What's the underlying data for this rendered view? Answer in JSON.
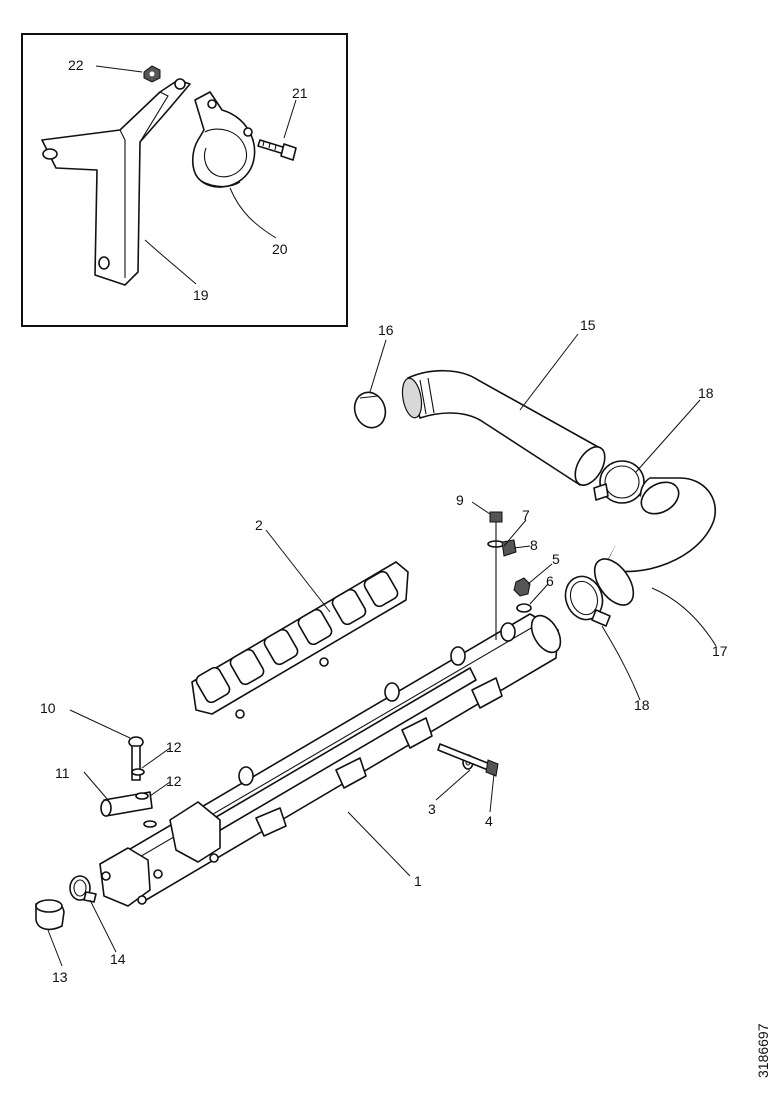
{
  "diagram": {
    "callouts": {
      "c1": "1",
      "c2": "2",
      "c3": "3",
      "c4": "4",
      "c5": "5",
      "c6": "6",
      "c7": "7",
      "c8": "8",
      "c9": "9",
      "c10": "10",
      "c11": "11",
      "c12a": "12",
      "c12b": "12",
      "c13": "13",
      "c14": "14",
      "c15": "15",
      "c16": "16",
      "c17": "17",
      "c18a": "18",
      "c18b": "18",
      "c19": "19",
      "c20": "20",
      "c21": "21",
      "c22": "22"
    },
    "figure_id": "3186697"
  }
}
